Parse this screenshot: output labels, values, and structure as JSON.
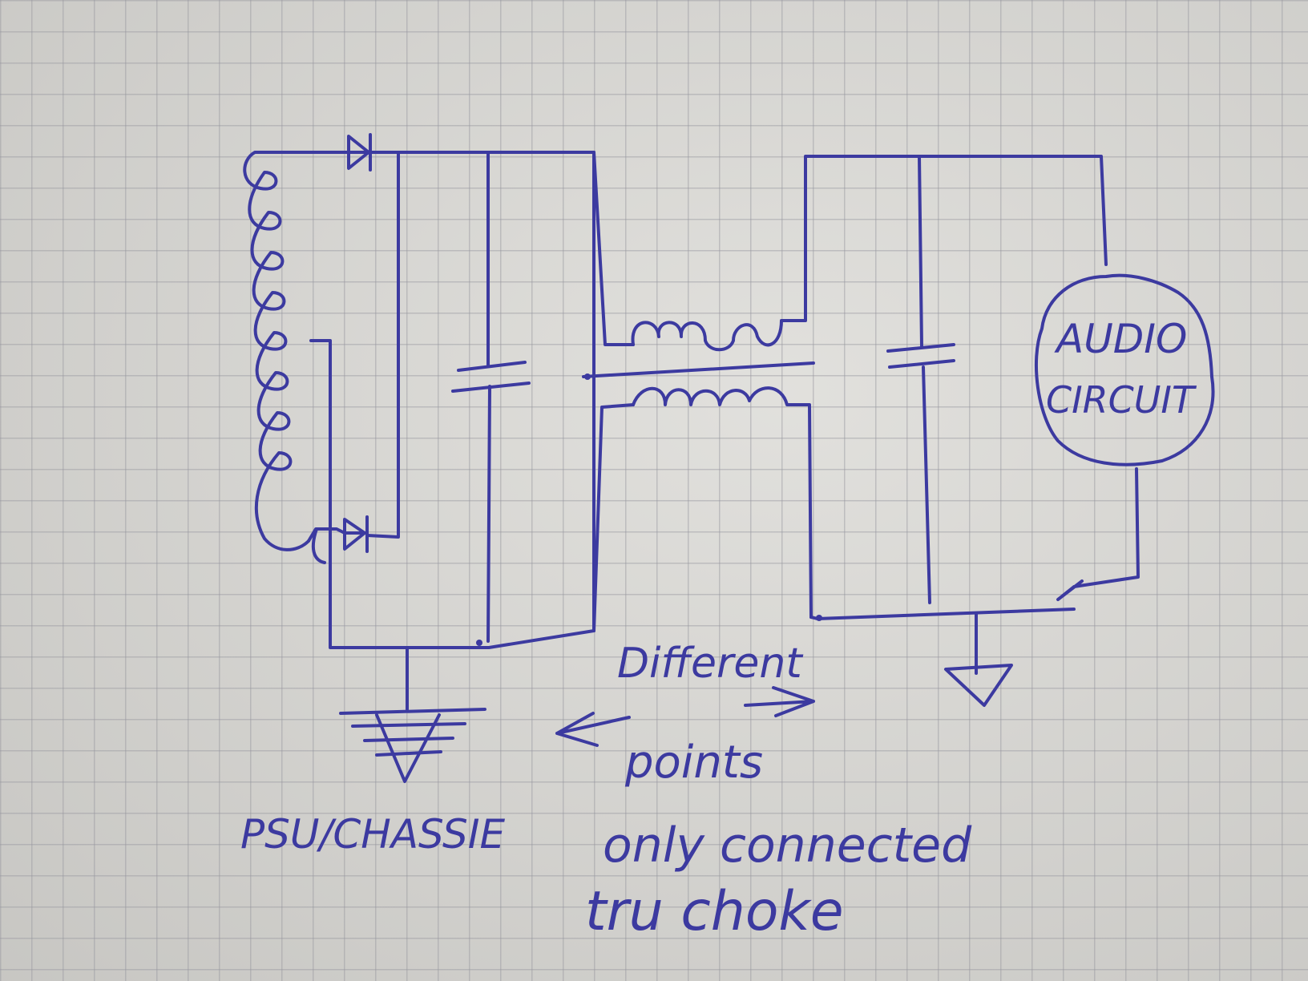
{
  "labels": {
    "audio_block": [
      "AUDIO",
      "CIRCUIT"
    ],
    "ground_left": "PSU/CHASSIE",
    "note": [
      "Different",
      "points",
      "only connected",
      "tru choke"
    ]
  },
  "colors": {
    "ink": "#3c3aa0",
    "paper": "#deddd9",
    "grid": "#96969e"
  }
}
